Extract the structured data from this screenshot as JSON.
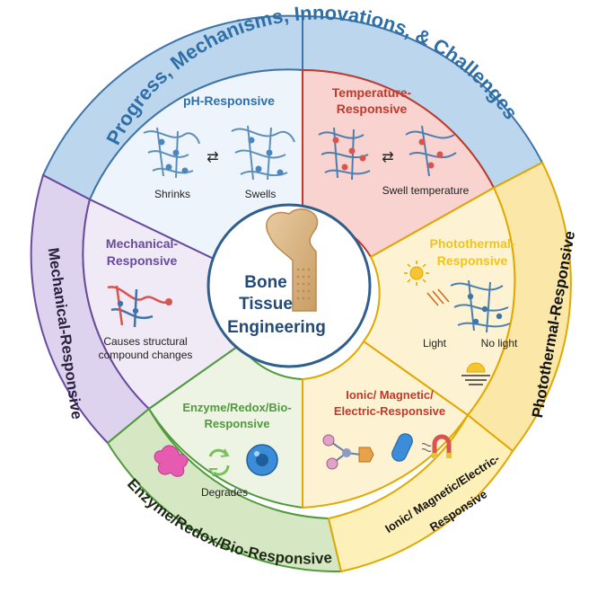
{
  "center": {
    "line1": "Bone",
    "line2": "Tissue",
    "line3": "Engineering"
  },
  "outer_ring": {
    "top": "Progress, Mechanisms, Innovations, & Challenges",
    "left": "Mechanical-Responsive",
    "right": "Photothermal-Responsive",
    "bottom_left": "Enzyme/Redox/Bio-Responsive",
    "bottom_right_line1": "Ionic/ Magnetic/Electric-",
    "bottom_right_line2": "Responsive"
  },
  "sectors": {
    "ph": {
      "title": "pH-Responsive",
      "left_label": "Shrinks",
      "right_label": "Swells"
    },
    "temperature": {
      "title_line1": "Temperature-",
      "title_line2": "Responsive",
      "caption": "Swell temperature"
    },
    "mechanical": {
      "title_line1": "Mechanical-",
      "title_line2": "Responsive",
      "caption_line1": "Causes structural",
      "caption_line2": "compound changes"
    },
    "photothermal": {
      "title_line1": "Photothermal-",
      "title_line2": "Responsive",
      "label_light": "Light",
      "label_no_light": "No light"
    },
    "ionic": {
      "title_line1": "Ionic/ Magnetic/",
      "title_line2": "Electric-Responsive"
    },
    "enzyme": {
      "title_line1": "Enzyme/Redox/Bio-",
      "title_line2": "Responsive",
      "caption": "Degrades"
    }
  },
  "colors": {
    "ph_fill": "#eef4fb",
    "temp_fill": "#f8d3cf",
    "mech_fill": "#efeaf6",
    "photo_fill": "#fdf3d2",
    "ionic_fill": "#fdf3d2",
    "enzyme_fill": "#edf4e3",
    "ring_top": "#bcd6ee",
    "ring_left": "#ddd3ee",
    "ring_right": "#fbe7a8",
    "ring_bottom": "#d6e7c4",
    "ph_title": "#2f6fa8",
    "temp_title": "#c0392b",
    "mech_title": "#6a4a9c",
    "photo_title": "#f0c419",
    "ionic_title": "#c0392b",
    "enzyme_title": "#4f9a3a",
    "center_text": "#234b75",
    "bone": "#dcb98a"
  }
}
